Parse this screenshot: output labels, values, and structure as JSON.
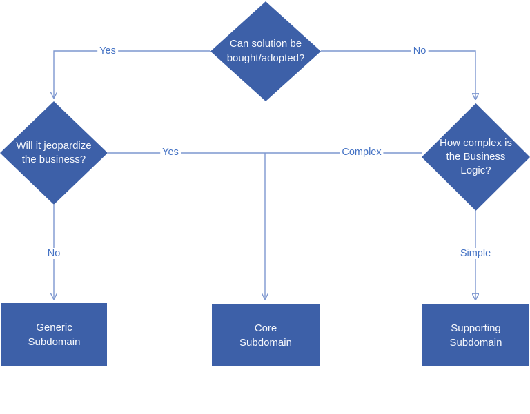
{
  "colors": {
    "shape_fill": "#3d60a8",
    "shape_text": "#f5f7fc",
    "connector_line": "#7d97cf",
    "connector_label": "#4472c4",
    "arrowhead": "#4472c4",
    "background": "#ffffff"
  },
  "nodes": {
    "root": {
      "type": "decision",
      "label": "Can solution be bought/adopted?"
    },
    "jeopardize": {
      "type": "decision",
      "label": "Will it jeopardize the business?"
    },
    "complexity": {
      "type": "decision",
      "label": "How complex is the Business Logic?"
    },
    "generic": {
      "type": "outcome",
      "label": "Generic Subdomain"
    },
    "core": {
      "type": "outcome",
      "label": "Core Subdomain"
    },
    "supporting": {
      "type": "outcome",
      "label": "Supporting Subdomain"
    }
  },
  "edge_labels": {
    "root_yes": "Yes",
    "root_no": "No",
    "jeopardize_yes": "Yes",
    "complexity_complex": "Complex",
    "jeopardize_no": "No",
    "complexity_simple": "Simple"
  }
}
